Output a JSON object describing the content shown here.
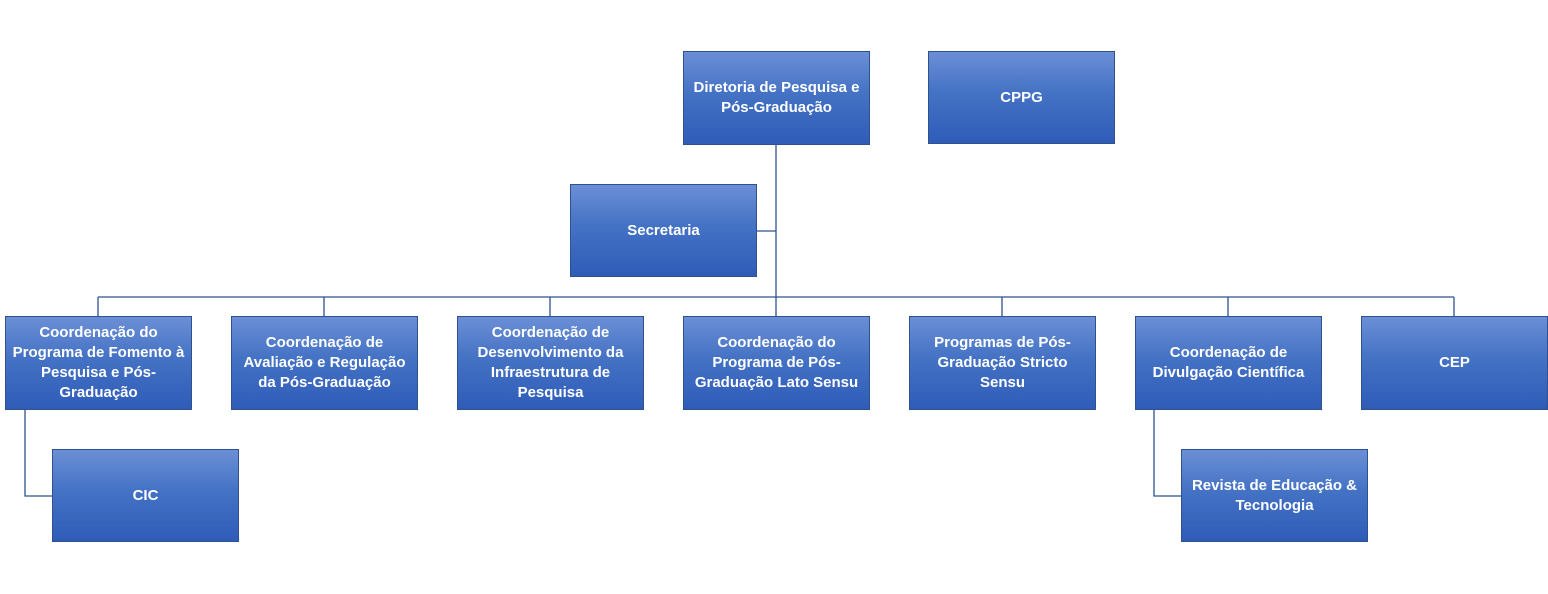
{
  "colors": {
    "box_fill": "#4472c4",
    "box_text": "#ffffff",
    "connector": "#2f528f"
  },
  "nodes": {
    "diretoria": "Diretoria de Pesquisa e Pós-Graduação",
    "cppg": "CPPG",
    "secretaria": "Secretaria",
    "fomento": "Coordenação do Programa de Fomento à Pesquisa e Pós-Graduação",
    "avaliacao": "Coordenação de Avaliação e Regulação da Pós-Graduação",
    "infraestrutura": "Coordenação de Desenvolvimento da Infraestrutura de Pesquisa",
    "lato_sensu": "Coordenação do Programa de Pós-Graduação Lato Sensu",
    "stricto_sensu": "Programas de Pós-Graduação Stricto Sensu",
    "divulgacao": "Coordenação de Divulgação Científica",
    "cep": "CEP",
    "cic": "CIC",
    "revista": "Revista de Educação & Tecnologia"
  }
}
